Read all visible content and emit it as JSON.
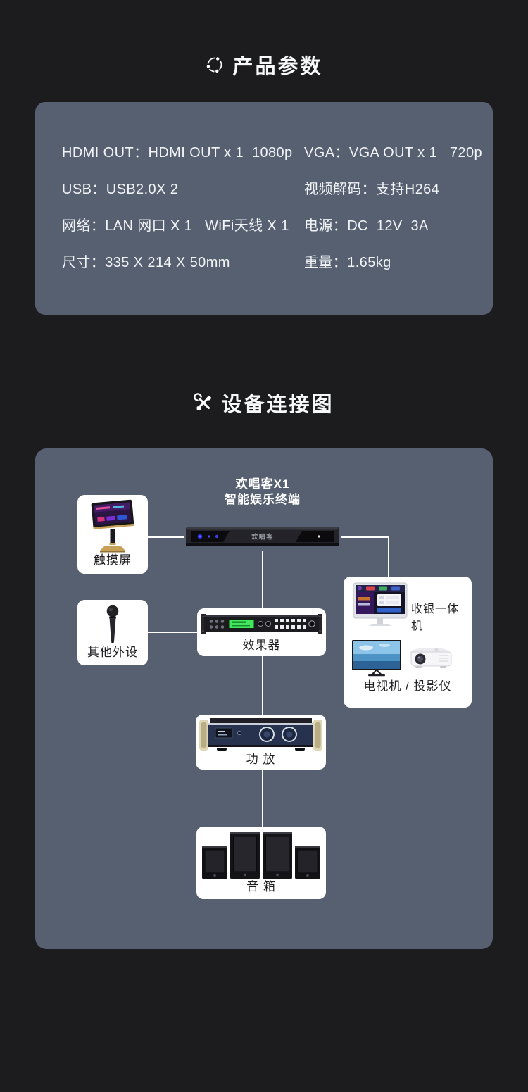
{
  "page": {
    "background": "#1c1c1e",
    "panel_color": "#566070",
    "connector_color": "#ffffff"
  },
  "sections": {
    "params_title": "产品参数",
    "diagram_title": "设备连接图"
  },
  "specs": {
    "left": [
      {
        "label": "HDMI OUT：",
        "value": "HDMI OUT x 1  1080p"
      },
      {
        "label": "USB：",
        "value": "USB2.0X 2"
      },
      {
        "label": "网络：",
        "value": "LAN 网口 X 1   WiFi天线 X 1"
      },
      {
        "label": "尺寸：",
        "value": "335 X 214 X 50mm"
      }
    ],
    "right": [
      {
        "label": "VGA：",
        "value": "VGA OUT x 1   720p"
      },
      {
        "label": "视频解码：",
        "value": "支持H264"
      },
      {
        "label": "电源：",
        "value": "DC  12V  3A"
      },
      {
        "label": "重量：",
        "value": "1.65kg"
      }
    ]
  },
  "diagram": {
    "terminal": {
      "name_line1": "欢唱客X1",
      "name_line2": "智能娱乐终端",
      "faceplate_logo": "欢唱客"
    },
    "nodes": {
      "touch_screen": "触摸屏",
      "peripherals": "其他外设",
      "effects": "效果器",
      "cashier": "收银一体机",
      "tv_projector": "电视机 / 投影仪",
      "amplifier": "功 放",
      "speakers": "音 箱"
    }
  }
}
